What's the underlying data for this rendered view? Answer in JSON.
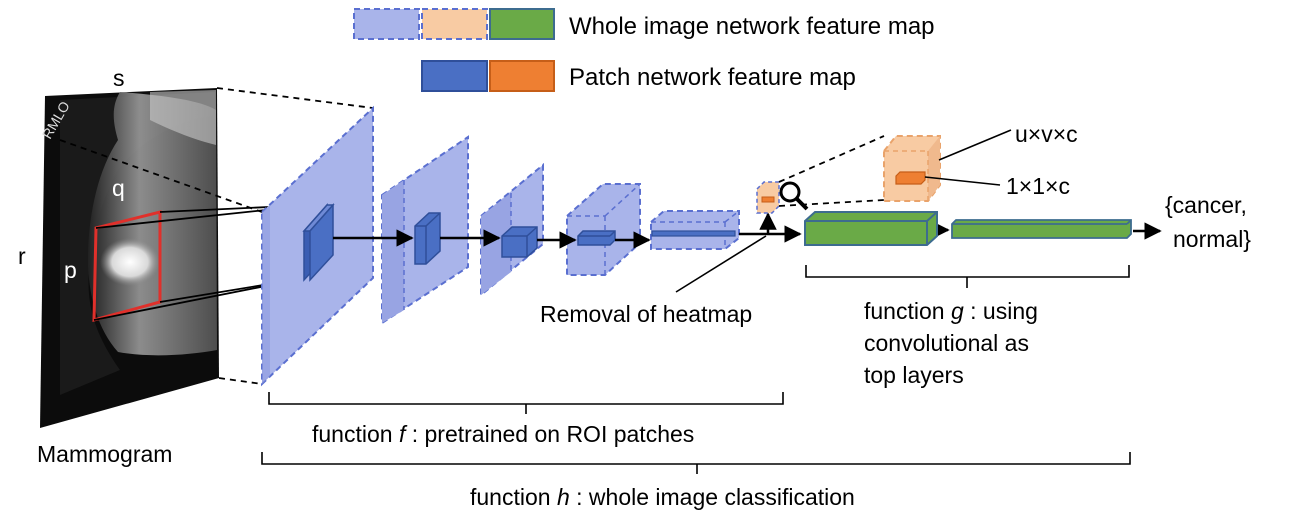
{
  "legend": {
    "whole_label": "Whole image network feature map",
    "patch_label": "Patch network feature map"
  },
  "mammogram": {
    "label": "Mammogram",
    "corner_labels": {
      "s": "s",
      "q": "q",
      "p": "p",
      "r": "r"
    },
    "film_text": "RMLO"
  },
  "annotations": {
    "heatmap_removal": "Removal of heatmap",
    "output_line1": "{cancer,",
    "output_line2": "normal}",
    "uvc": "u×v×c",
    "one_one_c": "1×1×c"
  },
  "functions": {
    "f_prefix": "function ",
    "f_symbol": "f",
    "f_desc": " : pretrained on ROI patches",
    "g_prefix": "function ",
    "g_symbol": "g",
    "g_desc": " : using",
    "g_line2": "convolutional as",
    "g_line3": "top layers",
    "h_prefix": "function ",
    "h_symbol": "h",
    "h_desc": " : whole image classification"
  },
  "colors": {
    "whole_blue_fill": "#a9b4ea",
    "whole_blue_stroke": "#5a6fd0",
    "whole_peach_fill": "#f8cba3",
    "whole_peach_stroke": "#e9a36b",
    "green_fill": "#6aaa47",
    "green_stroke": "#3d6c8f",
    "patch_blue_fill": "#4a6fc4",
    "patch_blue_stroke": "#2f4f9a",
    "patch_orange_fill": "#ee7f32",
    "patch_orange_stroke": "#c65e18",
    "roi_red": "#e0302b"
  }
}
